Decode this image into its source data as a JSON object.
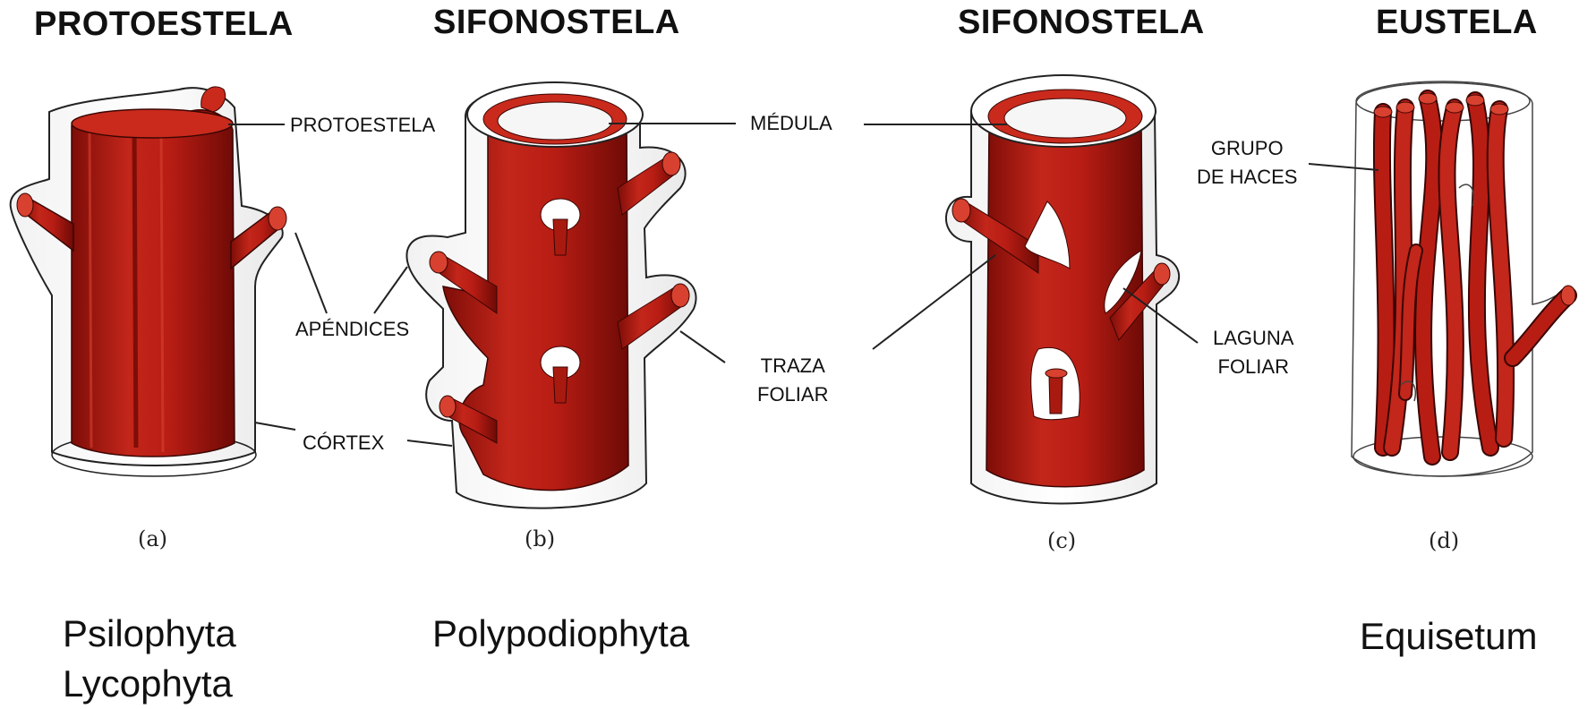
{
  "headings": [
    "PROTOESTELA",
    "SIFONOSTELA",
    "SIFONOSTELA",
    "EUSTELA"
  ],
  "captions": [
    "(a)",
    "(b)",
    "(c)",
    "(d)"
  ],
  "callouts": {
    "protoestela": "PROTOESTELA",
    "apendices": "APÉNDICES",
    "cortex": "CÓRTEX",
    "medula": "MÉDULA",
    "traza_foliar": [
      "TRAZA",
      "FOLIAR"
    ],
    "grupo_haces": [
      "GRUPO",
      "DE HACES"
    ],
    "laguna_foliar": [
      "LAGUNA",
      "FOLIAR"
    ]
  },
  "groups": {
    "a": [
      "Psilophyta",
      "Lycophyta"
    ],
    "b": [
      "Polypodiophyta"
    ],
    "d": [
      "Equisetum"
    ]
  },
  "colors": {
    "stele": "#b81d14",
    "stele_dark": "#7e0d08",
    "stele_light": "#d8412f",
    "cortex_fill": "#ffffff",
    "outline": "#222222"
  }
}
